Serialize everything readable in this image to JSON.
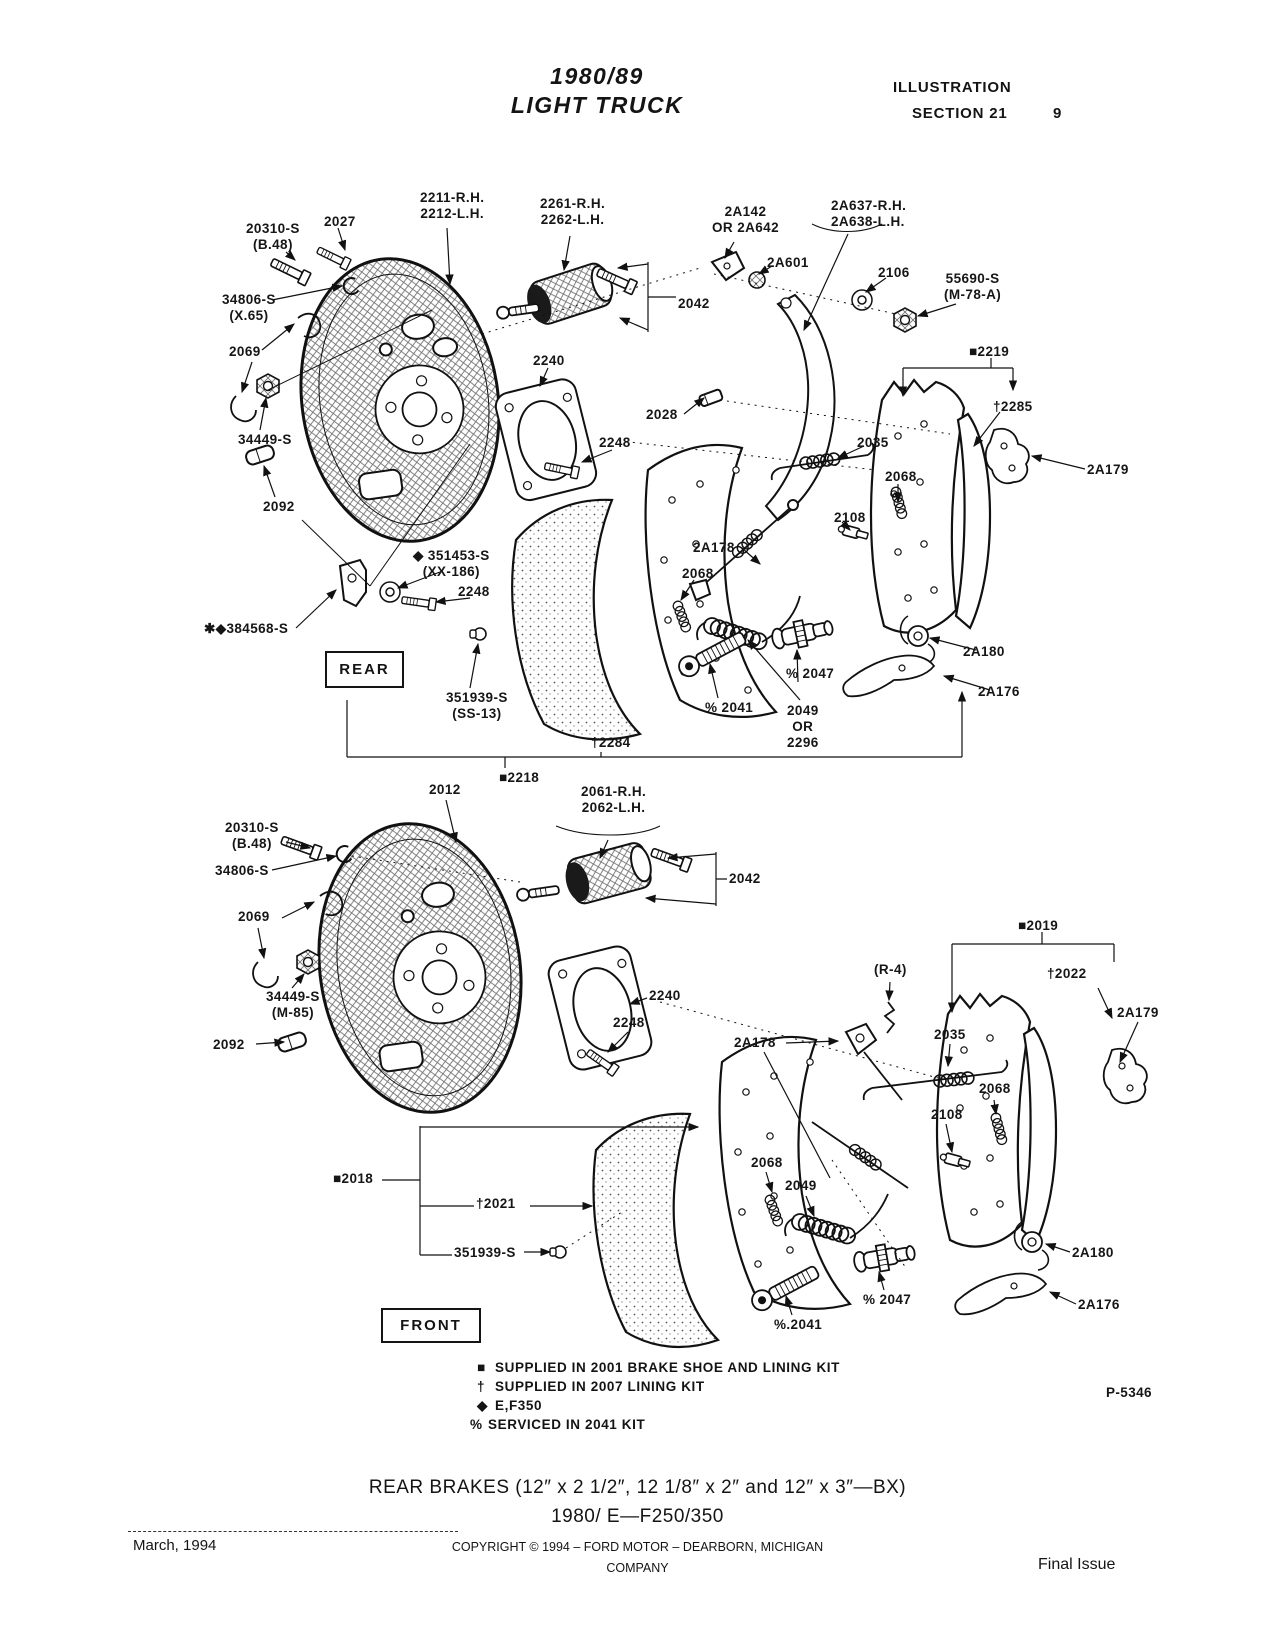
{
  "header": {
    "title_line1": "1980/89",
    "title_line2": "LIGHT TRUCK",
    "right_line1": "ILLUSTRATION",
    "right_line2": "SECTION 21",
    "page_number": "9"
  },
  "rear": {
    "box_label": "REAR",
    "labels": [
      {
        "text": "20310-S\n(B.48)"
      },
      {
        "text": "2027"
      },
      {
        "text": "2211-R.H.\n2212-L.H."
      },
      {
        "text": "2261-R.H.\n2262-L.H."
      },
      {
        "text": "2A142\nOR 2A642"
      },
      {
        "text": "2A637-R.H.\n2A638-L.H."
      },
      {
        "text": "2A601"
      },
      {
        "text": "2106"
      },
      {
        "text": "55690-S\n(M-78-A)"
      },
      {
        "text": "■2219"
      },
      {
        "text": "†2285"
      },
      {
        "text": "2A179"
      },
      {
        "text": "34806-S\n(X.65)"
      },
      {
        "text": "2069"
      },
      {
        "text": "34449-S"
      },
      {
        "text": "2092"
      },
      {
        "text": "2240"
      },
      {
        "text": "2028"
      },
      {
        "text": "2248"
      },
      {
        "text": "2042"
      },
      {
        "text": "2035"
      },
      {
        "text": "2068"
      },
      {
        "text": "2108"
      },
      {
        "text": "2A178"
      },
      {
        "text": "2068"
      },
      {
        "text": "◆ 351453-S\n(XX-186)"
      },
      {
        "text": "2248"
      },
      {
        "text": "✱◆384568-S"
      },
      {
        "text": "351939-S\n(SS-13)"
      },
      {
        "text": "†2284"
      },
      {
        "text": "■2218"
      },
      {
        "text": "% 2041"
      },
      {
        "text": "2049\nOR\n2296"
      },
      {
        "text": "% 2047"
      },
      {
        "text": "2A180"
      },
      {
        "text": "2A176"
      }
    ]
  },
  "front": {
    "box_label": "FRONT",
    "labels": [
      {
        "text": "2012"
      },
      {
        "text": "2061-R.H.\n2062-L.H."
      },
      {
        "text": "2042"
      },
      {
        "text": "20310-S\n(B.48)"
      },
      {
        "text": "34806-S"
      },
      {
        "text": "2069"
      },
      {
        "text": "34449-S\n(M-85)"
      },
      {
        "text": "2092"
      },
      {
        "text": "2240"
      },
      {
        "text": "2248"
      },
      {
        "text": "■2019"
      },
      {
        "text": "†2022"
      },
      {
        "text": "(R-4)"
      },
      {
        "text": "2A179"
      },
      {
        "text": "2A178"
      },
      {
        "text": "2035"
      },
      {
        "text": "2068"
      },
      {
        "text": "2108"
      },
      {
        "text": "2068"
      },
      {
        "text": "2049"
      },
      {
        "text": "■2018"
      },
      {
        "text": "†2021"
      },
      {
        "text": "351939-S"
      },
      {
        "text": "% 2047"
      },
      {
        "text": "%.2041"
      },
      {
        "text": "2A180"
      },
      {
        "text": "2A176"
      }
    ]
  },
  "legend": {
    "items": [
      {
        "symbol": "■",
        "text": "SUPPLIED IN 2001 BRAKE SHOE AND LINING KIT"
      },
      {
        "symbol": "†",
        "text": "SUPPLIED IN 2007 LINING KIT"
      },
      {
        "symbol": "◆",
        "text": "E,F350"
      },
      {
        "symbol": "%",
        "text": "SERVICED IN 2041 KIT"
      }
    ],
    "plate_code": "P-5346"
  },
  "caption": {
    "line1": "REAR BRAKES (12″ x 2 1/2″, 12 1/8″ x 2″ and 12″ x 3″—BX)",
    "line2": "1980/ E—F250/350"
  },
  "footer": {
    "date": "March, 1994",
    "copyright_line1": "COPYRIGHT © 1994 – FORD MOTOR – DEARBORN, MICHIGAN",
    "copyright_line2": "COMPANY",
    "issue": "Final Issue"
  }
}
